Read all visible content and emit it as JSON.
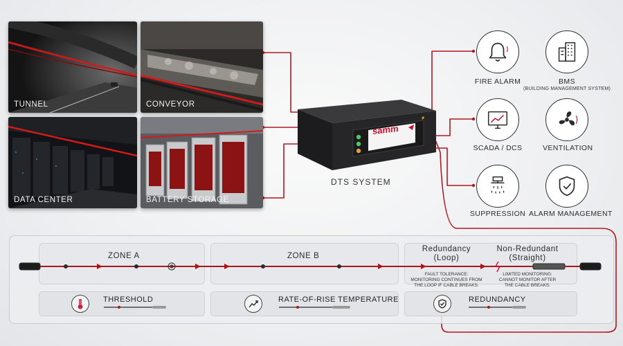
{
  "applications": {
    "tunnel": "TUNNEL",
    "conveyor": "CONVEYOR",
    "data_center": "DATA CENTER",
    "battery_storage": "BATTERY STORAGE"
  },
  "system": {
    "label": "DTS SYSTEM",
    "brand": "samm"
  },
  "outputs": {
    "fire_alarm": "FIRE ALARM",
    "bms": "BMS",
    "bms_sub": "(BUILDING MANAGEMENT SYSTEM)",
    "scada": "SCADA / DCS",
    "ventilation": "VENTILATION",
    "suppression": "SUPPRESSION",
    "alarm_management": "ALARM MANAGEMENT"
  },
  "zones": {
    "zone_a": "ZONE A",
    "zone_b": "ZONE B",
    "redundancy_title": "Redundancy",
    "redundancy_sub": "(Loop)",
    "redundancy_note_1": "FAULT TOLERANCE:",
    "redundancy_note_2": "MONITORING CONTINUES FROM",
    "redundancy_note_3": "THE LOOP IF CABLE BREAKS.",
    "nonred_title": "Non-Redundant",
    "nonred_sub": "(Straight)",
    "nonred_note_1": "LIMITED MONITORING:",
    "nonred_note_2": "CANNOT MONITOR AFTER",
    "nonred_note_3": "THE CABLE BREAKS."
  },
  "modes": {
    "threshold": "THRESHOLD",
    "rate_of_rise": "RATE-OF-RISE TEMPERATURE",
    "redundancy": "REDUNDANCY"
  },
  "colors": {
    "fiber_red": "#a8161c",
    "accent_red": "#c8102e",
    "dark": "#2b2b2b"
  },
  "icons": [
    "bell-icon",
    "building-icon",
    "monitor-chart-icon",
    "fan-icon",
    "sprinkler-icon",
    "shield-check-icon",
    "thermometer-icon",
    "trend-icon"
  ]
}
